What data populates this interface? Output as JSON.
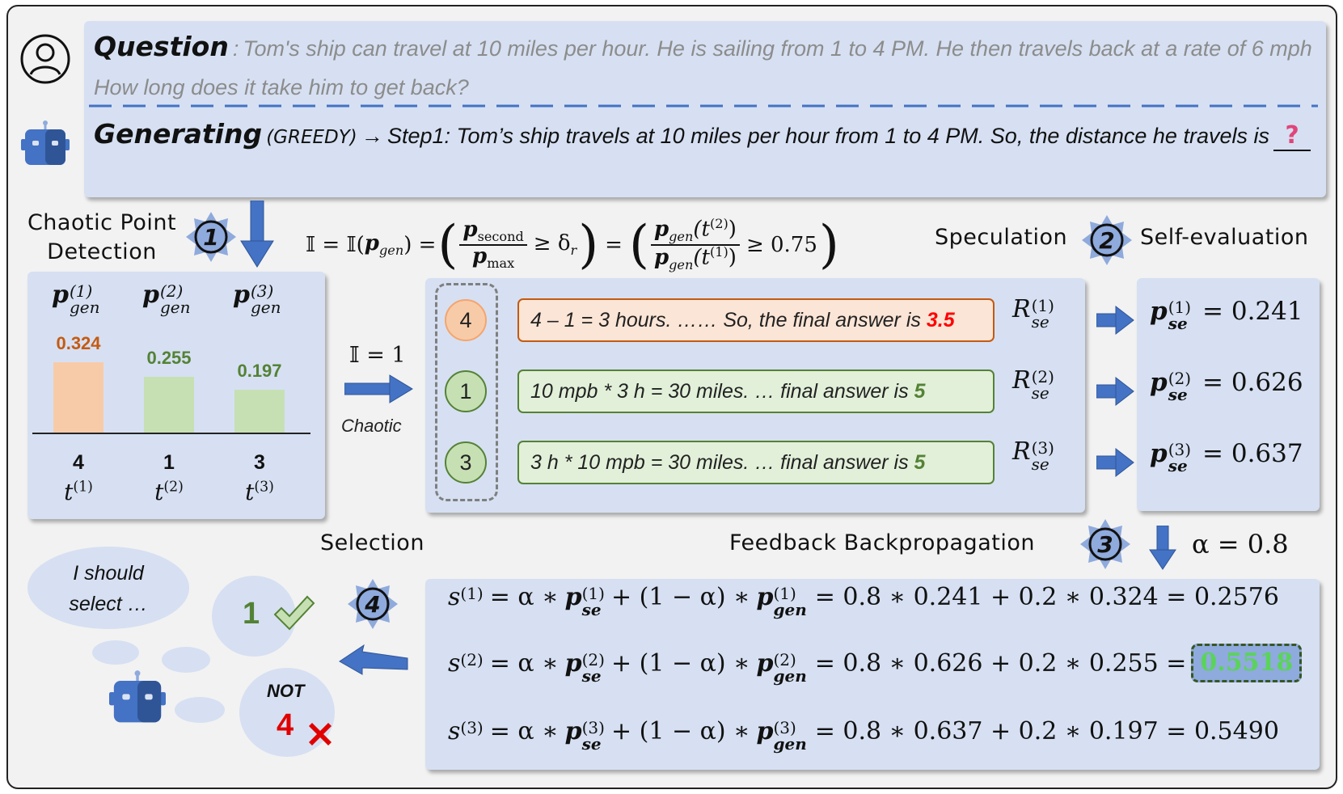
{
  "question": {
    "label": "Question",
    "colon": ":",
    "text": "Tom's ship can travel at 10 miles per hour. He is sailing from 1 to 4 PM. He then travels back at a rate of 6 mph How long does it take him to get back?"
  },
  "generating": {
    "label": "Generating",
    "mode": "(GREEDY)",
    "arrow": "→",
    "text": "Step1: Tom’s ship travels at 10 miles per hour from 1 to 4 PM. So, the distance he travels is",
    "unknown_mark": "?"
  },
  "chaotic_point": {
    "title_line1": "Chaotic Point",
    "title_line2": "Detection",
    "step": "1",
    "candidates": [
      {
        "prob_label": "0.324",
        "token": "4",
        "sup": "(1)",
        "color": "#f8cba8",
        "label_color": "#c55a11",
        "value": 0.324
      },
      {
        "prob_label": "0.255",
        "token": "1",
        "sup": "(2)",
        "color": "#c6e0b4",
        "label_color": "#548235",
        "value": 0.255
      },
      {
        "prob_label": "0.197",
        "token": "3",
        "sup": "(3)",
        "color": "#c6e0b4",
        "label_color": "#548235",
        "value": 0.197
      }
    ]
  },
  "indicator": {
    "eq1": "𝕀 = 𝕀(",
    "eq_close": ") =",
    "pgen": "p",
    "gen": "gen",
    "second": "second",
    "max": "max",
    "ge_delta": "≥ δ",
    "r": "r",
    "t2": "(t",
    "t1": "(t",
    "sup2": "(2)",
    "sup1": "(1)",
    "threshold": "≥ 0.75",
    "equals": "=",
    "i_label": "𝕀 = 1",
    "chaotic_label": "Chaotic"
  },
  "speculation": {
    "label_left": "Speculation",
    "label_right": "Self-evaluation",
    "step": "2",
    "options": [
      {
        "token": "4",
        "text": "4 – 1 = 3 hours. …… So, the final answer is ",
        "answer": "3.5",
        "answer_color": "#ff0000",
        "r_sup": "(1)"
      },
      {
        "token": "1",
        "text": "10 mpb * 3 h = 30 miles. … final answer is ",
        "answer": "5",
        "answer_color": "#548235",
        "r_sup": "(2)"
      },
      {
        "token": "3",
        "text": "3 h * 10 mpb = 30 miles. … final answer is ",
        "answer": "5",
        "answer_color": "#548235",
        "r_sup": "(3)"
      }
    ],
    "r_letter": "R",
    "r_sub": "se",
    "pse": [
      {
        "sup": "(1)",
        "value": "= 0.241"
      },
      {
        "sup": "(2)",
        "value": "= 0.626"
      },
      {
        "sup": "(3)",
        "value": "= 0.637"
      }
    ]
  },
  "feedback": {
    "label": "Feedback Backpropagation",
    "step": "3",
    "alpha": "α = 0.8",
    "rows": [
      {
        "sup": "(1)",
        "rhs": "= 0.8 ∗ 0.241 + 0.2 ∗ 0.324 = 0.2576",
        "result": ""
      },
      {
        "sup": "(2)",
        "rhs": "= 0.8 ∗ 0.626 + 0.2 ∗ 0.255 =",
        "result": "0.5518"
      },
      {
        "sup": "(3)",
        "rhs": "= 0.8 ∗ 0.637 + 0.2 ∗ 0.197 = 0.5490",
        "result": ""
      }
    ],
    "s": "s",
    "mid": "= α ∗",
    "plus": "+ (1 − α) ∗",
    "p": "p",
    "se": "se",
    "gen": "gen"
  },
  "selection": {
    "label": "Selection",
    "step": "4",
    "thought_line1": "I should",
    "thought_line2": "select …",
    "chosen": "1",
    "not_label": "NOT",
    "rejected": "4"
  }
}
